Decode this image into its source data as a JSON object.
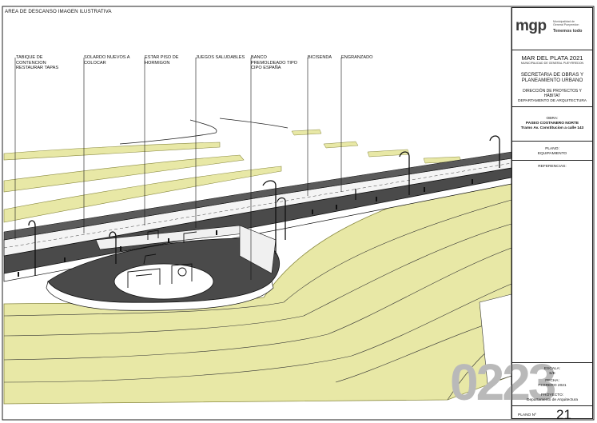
{
  "drawing": {
    "title": "AREA DE DESCANSO IMAGEN ILUSTRATIVA",
    "callouts": [
      {
        "text": "TABIQUE DE\nCONTENCION\nRESTAURAR TAPAS"
      },
      {
        "text": "SOLARDO NUEVOS A\nCOLOCAR"
      },
      {
        "text": "ESTAR PISO DE\nHORMIGON"
      },
      {
        "text": "JUEGOS SALUDABLES"
      },
      {
        "text": "BANCO\nPREMOLDEADO TIPO\nCIPO ESPAÑA"
      },
      {
        "text": "BICISENDA"
      },
      {
        "text": "ENGRANZADO"
      }
    ],
    "colors": {
      "grass": "#e8e8a6",
      "grass_line": "#8a8a40",
      "gravel": "#4a4a4a",
      "line": "#111111"
    }
  },
  "title_block": {
    "logo": {
      "main": "mgp",
      "small": "Municipalidad de\nGeneral Pueyrredon",
      "tagline": "Tenemos todo"
    },
    "city": "MAR DEL PLATA 2021",
    "municipality": "MUNICIPALIDAD DE GENERAL PUEYRREDON",
    "secretaria": "SECRETARIA DE OBRAS  Y\nPLANEAMIENTO URBANO",
    "direccion": "DIRECCIÓN DE PROYECTOS Y\nHÁBITAT",
    "departamento": "DEPARTAMENTO DE ARQUITECTURA",
    "obra_label": "OBRA:",
    "obra_name": "PASEO COSTANERO NORTE",
    "obra_tramo": "Tramo Av. Constitucion a calle 143",
    "plano_label": "PLANO:",
    "plano_value": "EQUIPAMIENTO",
    "referencias_label": "REFERENCIAS:",
    "escala_label": "ESCALA:",
    "escala_value": "S/E",
    "fecha_label": "FECHA:",
    "fecha_value": "FEBRERO  2021",
    "proyecto_label": "PROYECTO:",
    "proyecto_value": "Departamento de Arquitectura",
    "plano_no_label": "PLANO Nº",
    "plano_no_value": "21"
  },
  "stamp": "0223"
}
